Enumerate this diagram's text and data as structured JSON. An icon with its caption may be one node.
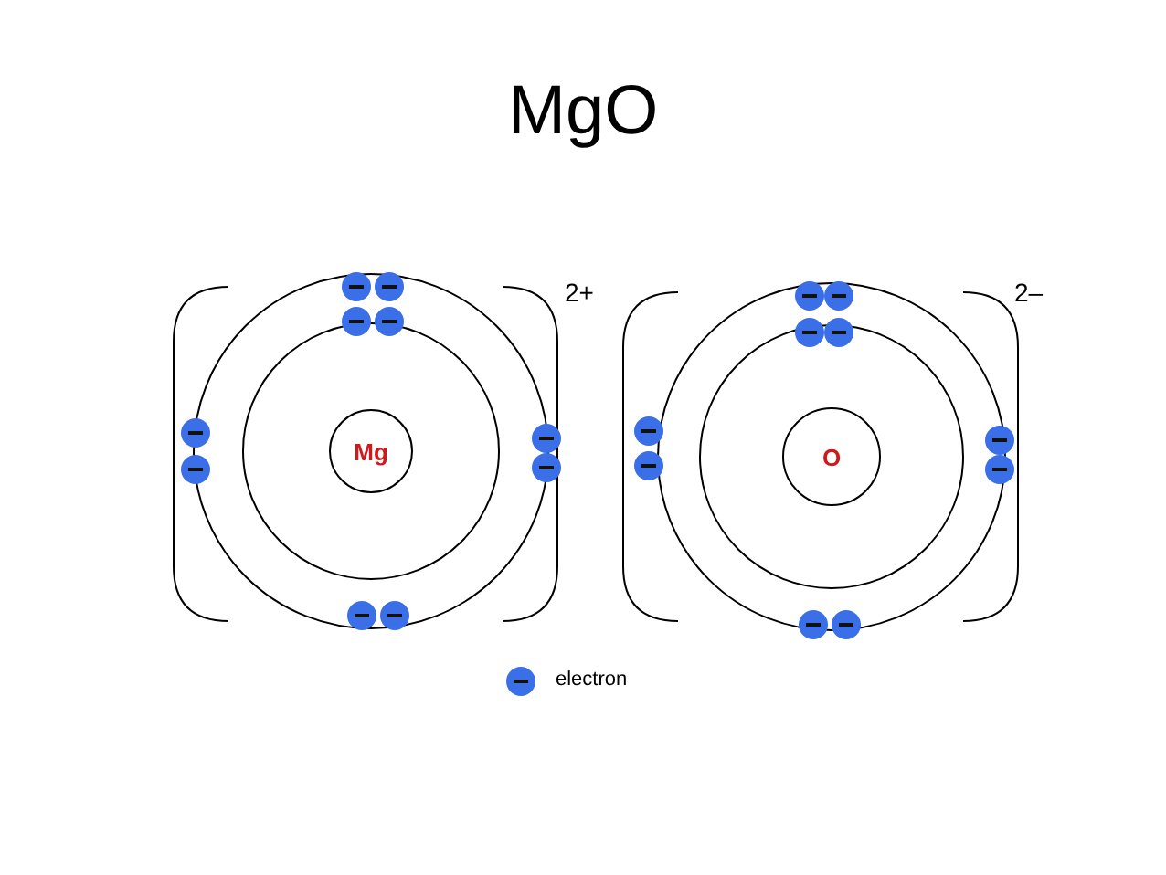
{
  "diagram": {
    "title": "MgO",
    "nodes": [
      {
        "text": [
          "Mg"
        ]
      },
      {
        "text": [
          "O"
        ]
      }
    ],
    "labels": [
      "2+",
      "2–"
    ],
    "legend": [
      {
        "text": "electron",
        "color": "#3b6fe8"
      }
    ]
  }
}
